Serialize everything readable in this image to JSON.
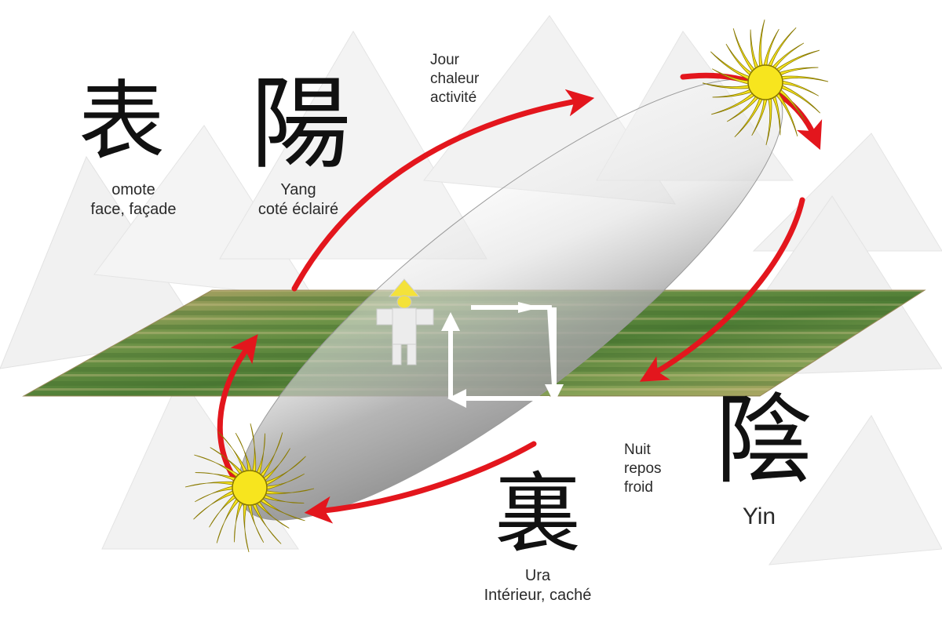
{
  "colors": {
    "arrow_red": "#e3161d",
    "sun_yellow": "#f7e51e",
    "sun_outline": "#8a7a00",
    "mountain_shade": "#eeeeee",
    "field_green": "#5f8a3c",
    "field_tan": "#bfa163",
    "figure_fill": "#ececec",
    "hat_yellow": "#f4e23a"
  },
  "kanji": {
    "omote": "表",
    "yang": "陽",
    "yin": "陰",
    "ura": "裏"
  },
  "labels": {
    "omote": {
      "line1": "omote",
      "line2": "face, façade"
    },
    "yang": {
      "line1": "Yang",
      "line2": "coté éclairé"
    },
    "jour": {
      "line1": "Jour",
      "line2": "chaleur",
      "line3": "activité"
    },
    "nuit": {
      "line1": "Nuit",
      "line2": "repos",
      "line3": "froid"
    },
    "yin": {
      "line1": "Yin"
    },
    "ura": {
      "line1": "Ura",
      "line2": "Intérieur, caché"
    }
  },
  "icons": {
    "sun_top": "sun-icon",
    "sun_bottom": "sun-icon",
    "figure": "farmer-figure",
    "cycle": "cycle-arrows-icon"
  }
}
